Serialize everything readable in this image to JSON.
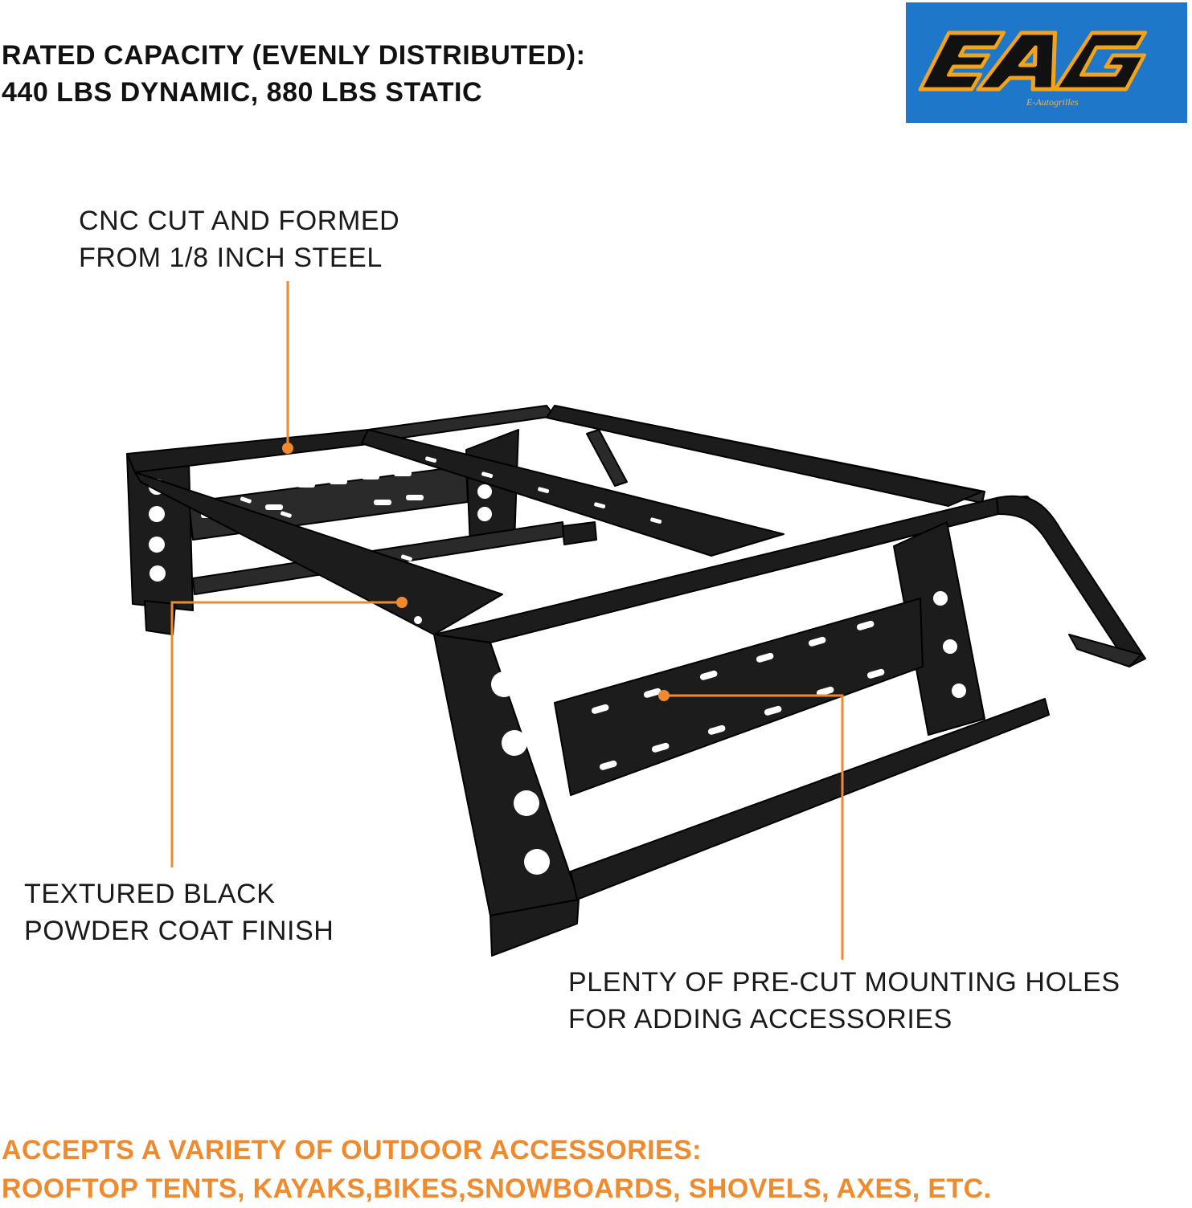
{
  "heading": {
    "line1": "RATED CAPACITY (EVENLY DISTRIBUTED):",
    "line2": "440 LBS DYNAMIC, 880 LBS STATIC"
  },
  "logo": {
    "brand": "EAG",
    "tagline": "E-Autogrilles",
    "background": "#1f77c9",
    "letter_color": "#111111",
    "outline_color": "#f2a31a"
  },
  "callouts": {
    "cnc": {
      "line1": "CNC CUT AND FORMED",
      "line2": "FROM 1/8 INCH STEEL"
    },
    "coat": {
      "line1": "TEXTURED BLACK",
      "line2": "POWDER COAT FINISH"
    },
    "holes": {
      "line1": "PLENTY OF PRE-CUT MOUNTING HOLES",
      "line2": "FOR ADDING ACCESSORIES"
    }
  },
  "footer": {
    "line1": "ACCEPTS A VARIETY OF OUTDOOR ACCESSORIES:",
    "line2": "ROOFTOP TENTS, KAYAKS,BIKES,SNOWBOARDS, SHOVELS, AXES, ETC."
  },
  "colors": {
    "accent": "#f08a2e",
    "rack": "#1c1c1c",
    "text": "#111111"
  }
}
